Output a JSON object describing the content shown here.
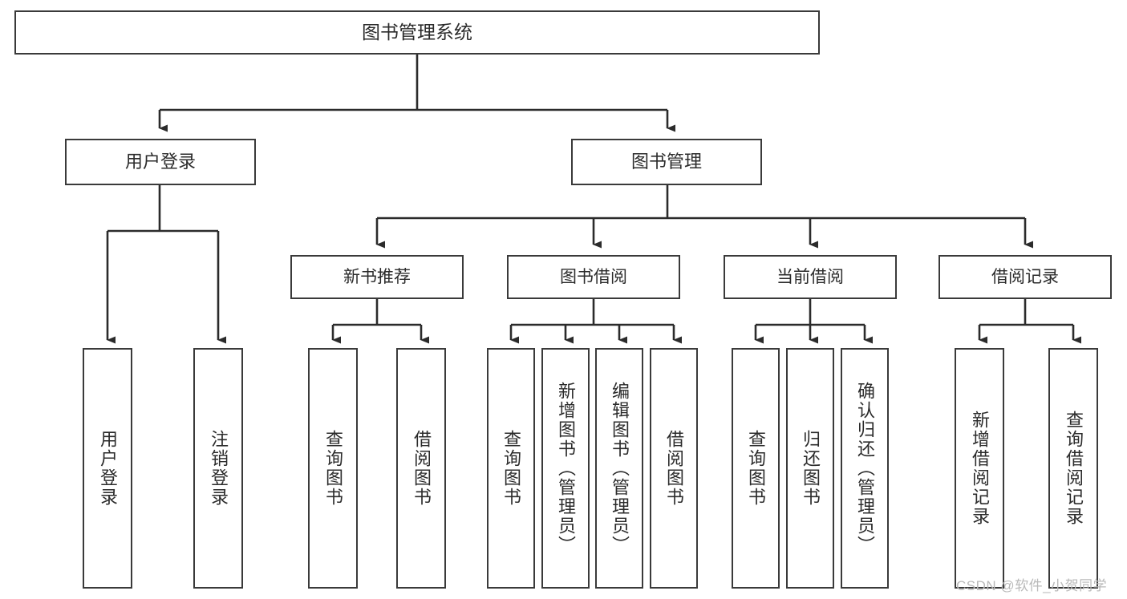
{
  "diagram": {
    "title": "图书管理系统",
    "type": "hierarchy-tree",
    "orientation": "top-down",
    "colors": {
      "box_border": "#3a3a3a",
      "box_fill": "#ffffff",
      "connector": "#2b2b2b",
      "text": "#2b2b2b",
      "watermark": "#b9b9b9",
      "background": "#ffffff"
    },
    "root": {
      "id": "root",
      "label": "图书管理系统"
    },
    "level1": [
      {
        "id": "user-login",
        "label": "用户登录"
      },
      {
        "id": "book-manage",
        "label": "图书管理"
      }
    ],
    "level2": [
      {
        "id": "new-book-recommend",
        "label": "新书推荐",
        "parent": "book-manage"
      },
      {
        "id": "book-borrow",
        "label": "图书借阅",
        "parent": "book-manage"
      },
      {
        "id": "current-borrow",
        "label": "当前借阅",
        "parent": "book-manage"
      },
      {
        "id": "borrow-record",
        "label": "借阅记录",
        "parent": "book-manage"
      }
    ],
    "leaves": {
      "user_login": [
        {
          "id": "leaf-user-login",
          "label": "用户登录"
        },
        {
          "id": "leaf-logout-login",
          "label": "注销登录"
        }
      ],
      "new_book_recommend": [
        {
          "id": "leaf-query-book-1",
          "label": "查询图书"
        },
        {
          "id": "leaf-borrow-book-1",
          "label": "借阅图书"
        }
      ],
      "book_borrow": [
        {
          "id": "leaf-query-book-2",
          "label": "查询图书"
        },
        {
          "id": "leaf-add-book",
          "label": "新增图书（管理员）"
        },
        {
          "id": "leaf-edit-book",
          "label": "编辑图书（管理员）"
        },
        {
          "id": "leaf-borrow-book-2",
          "label": "借阅图书"
        }
      ],
      "current_borrow": [
        {
          "id": "leaf-query-book-3",
          "label": "查询图书"
        },
        {
          "id": "leaf-return-book",
          "label": "归还图书"
        },
        {
          "id": "leaf-confirm-return",
          "label": "确认归还（管理员）"
        }
      ],
      "borrow_record": [
        {
          "id": "leaf-add-record",
          "label": "新增借阅记录"
        },
        {
          "id": "leaf-query-record",
          "label": "查询借阅记录"
        }
      ]
    }
  },
  "watermark": {
    "text": "CSDN @软件_小贺同学"
  }
}
